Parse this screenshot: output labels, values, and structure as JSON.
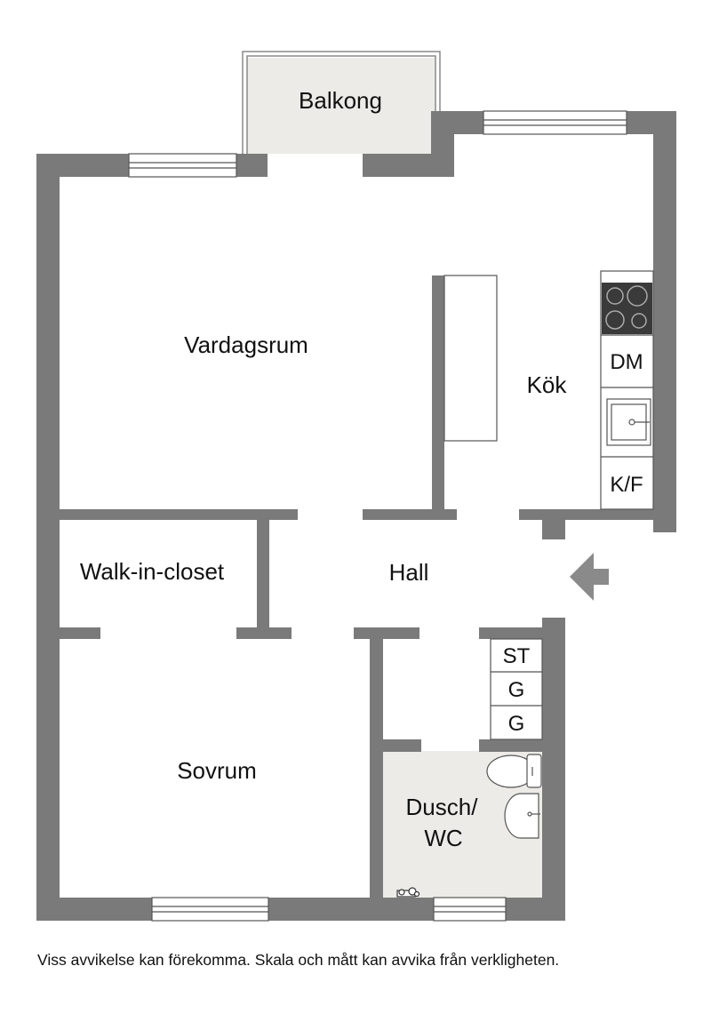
{
  "rooms": {
    "balkong": "Balkong",
    "vardagsrum": "Vardagsrum",
    "kok": "Kök",
    "walk_in_closet": "Walk-in-closet",
    "hall": "Hall",
    "sovrum": "Sovrum",
    "dusch_line1": "Dusch/",
    "dusch_line2": "WC"
  },
  "appliances": {
    "dishwasher": "DM",
    "fridge_freezer": "K/F",
    "storage": "ST",
    "wardrobe_1": "G",
    "wardrobe_2": "G"
  },
  "icons": {
    "entrance": "entrance-arrow-icon",
    "stove": "stove-icon",
    "sink": "kitchen-sink-icon",
    "toilet": "toilet-icon",
    "washbasin": "washbasin-icon",
    "shower": "shower-mixer-icon"
  },
  "colors": {
    "wall": "#7a7a7a",
    "wet_room_floor": "#ecebe7",
    "balcony_floor": "#ecebe7",
    "entrance_arrow": "#8a8a8a",
    "stove_top": "#3a3a3a"
  },
  "footer": {
    "disclaimer": "Viss avvikelse kan förekomma. Skala och mått kan avvika från verkligheten."
  }
}
